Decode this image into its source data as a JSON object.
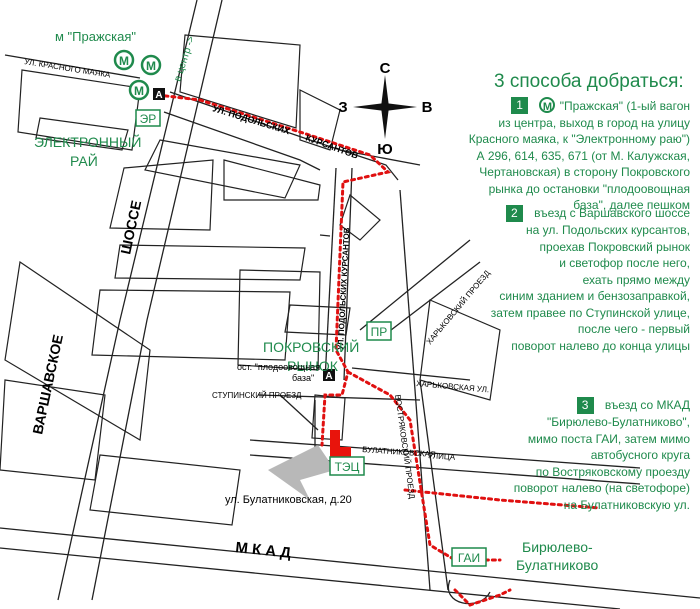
{
  "labels": {
    "metro_label": "м \"Пражская\"",
    "to_center": "в центр ->",
    "krasnogo_mayaka": "УЛ. КРАСНОГО МАЯКА",
    "podolskih_kursantov_top": "УЛ. ПОДОЛЬСКИХ",
    "kursantov": "КУРСАНТОВ",
    "podolskih_kursantov_vertical": "УЛ. ПОДОЛЬСКИХ КУРСАНТОВ",
    "elektronny_1": "ЭЛЕКТРОННЫЙ",
    "elektronny_2": "РАЙ",
    "er_box": "ЭР",
    "shosse": "ШОССЕ",
    "varshavskoe": "ВАРШАВСКОЕ",
    "pokrovsky_1": "ПОКРОВСКИЙ",
    "pokrovsky_2": "РЫНОК",
    "pr_box": "ПР",
    "stop_1": "ост. \"плодоовощная",
    "stop_2": "база\"",
    "bus_letter": "А",
    "stupinsky": "СТУПИНСКИЙ ПРОЕЗД",
    "kharkovsky_pr": "ХАРЬКОВСКИЙ ПРОЕЗД",
    "kharkovskaya": "ХАРЬКОВСКАЯ УЛ.",
    "vostryakovsky": "ВОСТРЯКОВСКИЙ ПРОЕЗД",
    "bulatnikovskaya": "БУЛАТНИКОВСКАЯ",
    "ulitsa": "УЛИЦА",
    "tec_box": "ТЭЦ",
    "address": "ул. Булатниковская, д.20",
    "mkad": "М К А Д",
    "gai_box": "ГАИ",
    "biryulevo_1": "Бирюлево-",
    "biryulevo_2": "Булатниково",
    "metro_letter": "М",
    "compass_n": "С",
    "compass_s": "Ю",
    "compass_w": "З",
    "compass_e": "В"
  },
  "panel": {
    "title": "3 способа добраться:",
    "step1": {
      "num": "1",
      "station": "\"Пражская\"",
      "after_station": " (1-ый вагон",
      "lines": [
        "из центра, выход в город на улицу",
        "Красного маяка, к \"Электронному раю\")",
        "А 296, 614, 635, 671 (от М. Калужская,",
        "Чертановская) в сторону Покровского",
        "рынка до остановки \"плодоовощная",
        "база\", далее пешком"
      ]
    },
    "step2": {
      "num": "2",
      "first": "въезд с Варшавского шоссе",
      "lines": [
        "на ул. Подольских курсантов,",
        "проехав Покровский рынок",
        "и светофор после него,",
        "ехать прямо между",
        "синим зданием и бензозаправкой,",
        "затем правее по Ступинской улице,",
        "после чего - первый",
        "поворот налево до конца улицы"
      ]
    },
    "step3": {
      "num": "3",
      "first": "въезд со МКАД",
      "lines": [
        "\"Бирюлево-Булатниково\",",
        "мимо поста ГАИ, затем мимо",
        "автобусного круга",
        "по Востряковскому проезду",
        "поворот налево (на светофоре)",
        "на Булатниковскую ул."
      ]
    }
  },
  "colors": {
    "accent_green": "#1f8a4c",
    "route_red": "#e01010",
    "target_red": "#e8140c",
    "road_line": "#222222"
  }
}
